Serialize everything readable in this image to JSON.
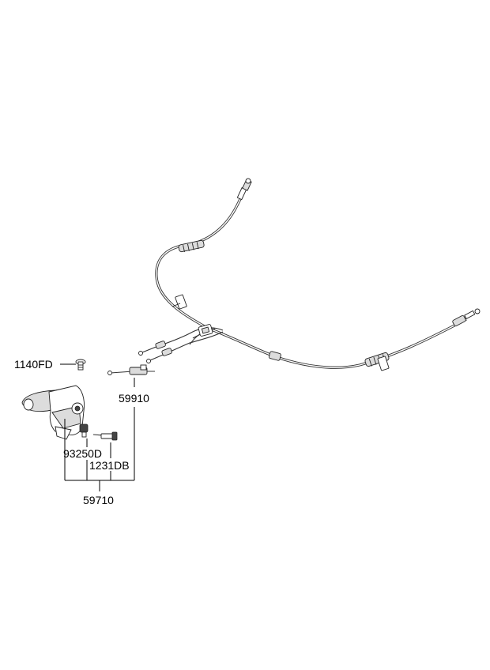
{
  "diagram": {
    "labels": {
      "bolt": "1140FD",
      "cable_assembly": "59910",
      "switch": "93250D",
      "screw": "1231DB",
      "lever_assembly": "59710"
    },
    "line_color": "#000000"
  }
}
